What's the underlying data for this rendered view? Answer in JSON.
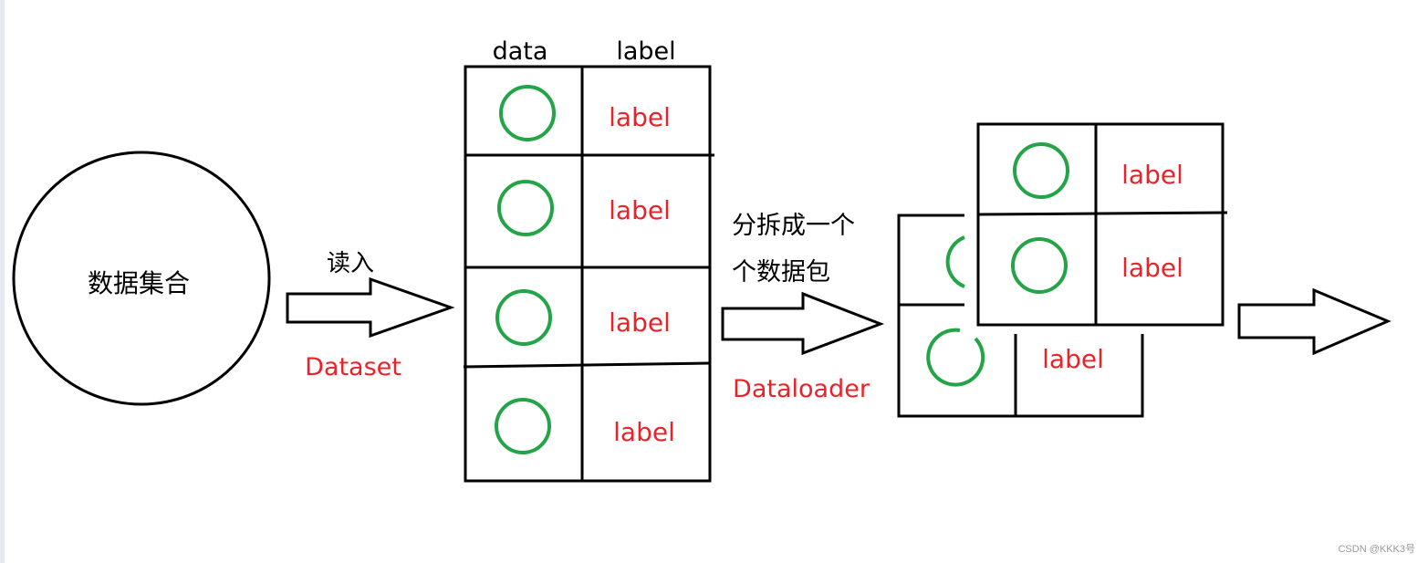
{
  "colors": {
    "stroke": "#000000",
    "circle_green": "#22a447",
    "label_red": "#e8232a",
    "text_black": "#000000"
  },
  "source": {
    "text": "数据集合"
  },
  "step_read": {
    "top_text": "读入",
    "bottom_text": "Dataset"
  },
  "table": {
    "header_data": "data",
    "header_label": "label",
    "rows": [
      {
        "label": "label"
      },
      {
        "label": "label"
      },
      {
        "label": "label"
      },
      {
        "label": "label"
      }
    ]
  },
  "step_split": {
    "top_line1": "分拆成一个",
    "top_line2": "个数据包",
    "bottom_text": "Dataloader"
  },
  "batches": {
    "back_label": "label",
    "front_labels": [
      "label",
      "label"
    ]
  },
  "watermark": "CSDN @KKK3号"
}
